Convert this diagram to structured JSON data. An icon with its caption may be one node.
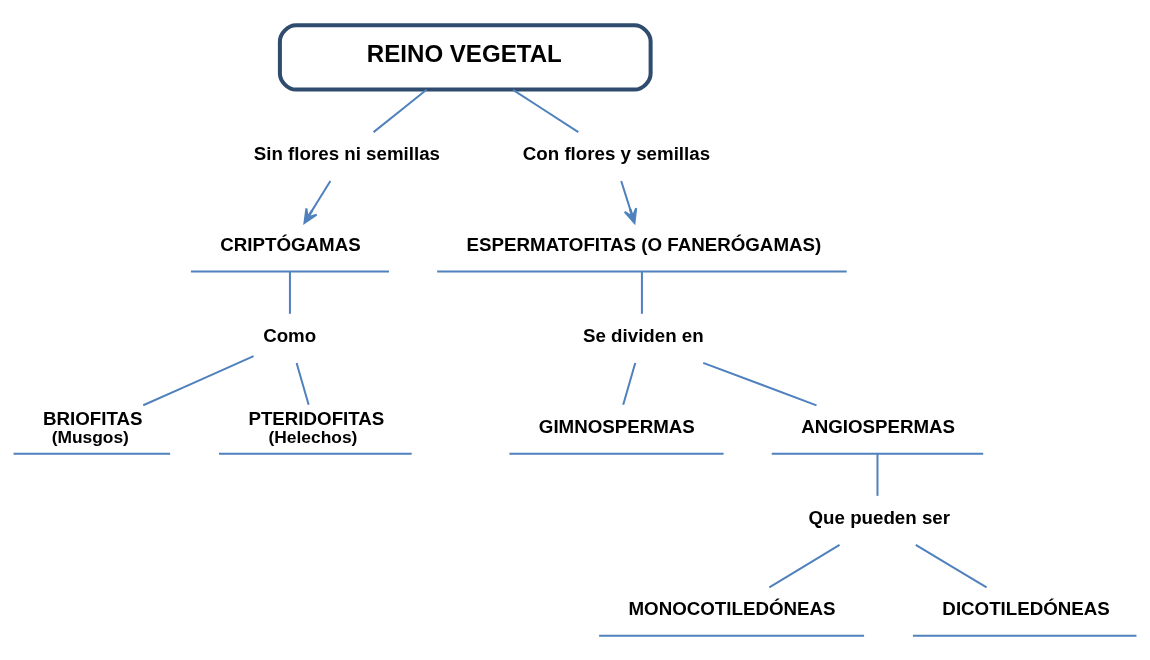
{
  "diagram": {
    "nodes": [
      {
        "text": [
          "REINO VEGETAL"
        ]
      },
      {
        "text": [
          "Sin flores ni semillas"
        ]
      },
      {
        "text": [
          "Con flores y semillas"
        ]
      },
      {
        "text": [
          "CRIPTÓGAMAS"
        ]
      },
      {
        "text": [
          "ESPERMATOFITAS (O FANERÓGAMAS)"
        ]
      },
      {
        "text": [
          "Como"
        ]
      },
      {
        "text": [
          "Se dividen en"
        ]
      },
      {
        "text": [
          "BRIOFITAS",
          "(Musgos)"
        ]
      },
      {
        "text": [
          "PTERIDOFITAS",
          "(Helechos)"
        ]
      },
      {
        "text": [
          "GIMNOSPERMAS"
        ]
      },
      {
        "text": [
          "ANGIOSPERMAS"
        ]
      },
      {
        "text": [
          "Que pueden ser"
        ]
      },
      {
        "text": [
          "MONOCOTILEDÓNEAS"
        ]
      },
      {
        "text": [
          "DICOTILEDÓNEAS"
        ]
      }
    ],
    "edges": [
      {
        "from": 0,
        "to": 1,
        "arrow": "none"
      },
      {
        "from": 0,
        "to": 2,
        "arrow": "none"
      },
      {
        "from": 1,
        "to": 3,
        "arrow": "to"
      },
      {
        "from": 2,
        "to": 4,
        "arrow": "to"
      },
      {
        "from": 3,
        "to": 5,
        "arrow": "none"
      },
      {
        "from": 4,
        "to": 6,
        "arrow": "none"
      },
      {
        "from": 5,
        "to": 7,
        "arrow": "none"
      },
      {
        "from": 5,
        "to": 8,
        "arrow": "none"
      },
      {
        "from": 6,
        "to": 9,
        "arrow": "none"
      },
      {
        "from": 6,
        "to": 10,
        "arrow": "none"
      },
      {
        "from": 10,
        "to": 11,
        "arrow": "none"
      },
      {
        "from": 11,
        "to": 12,
        "arrow": "none"
      },
      {
        "from": 11,
        "to": 13,
        "arrow": "none"
      }
    ]
  }
}
